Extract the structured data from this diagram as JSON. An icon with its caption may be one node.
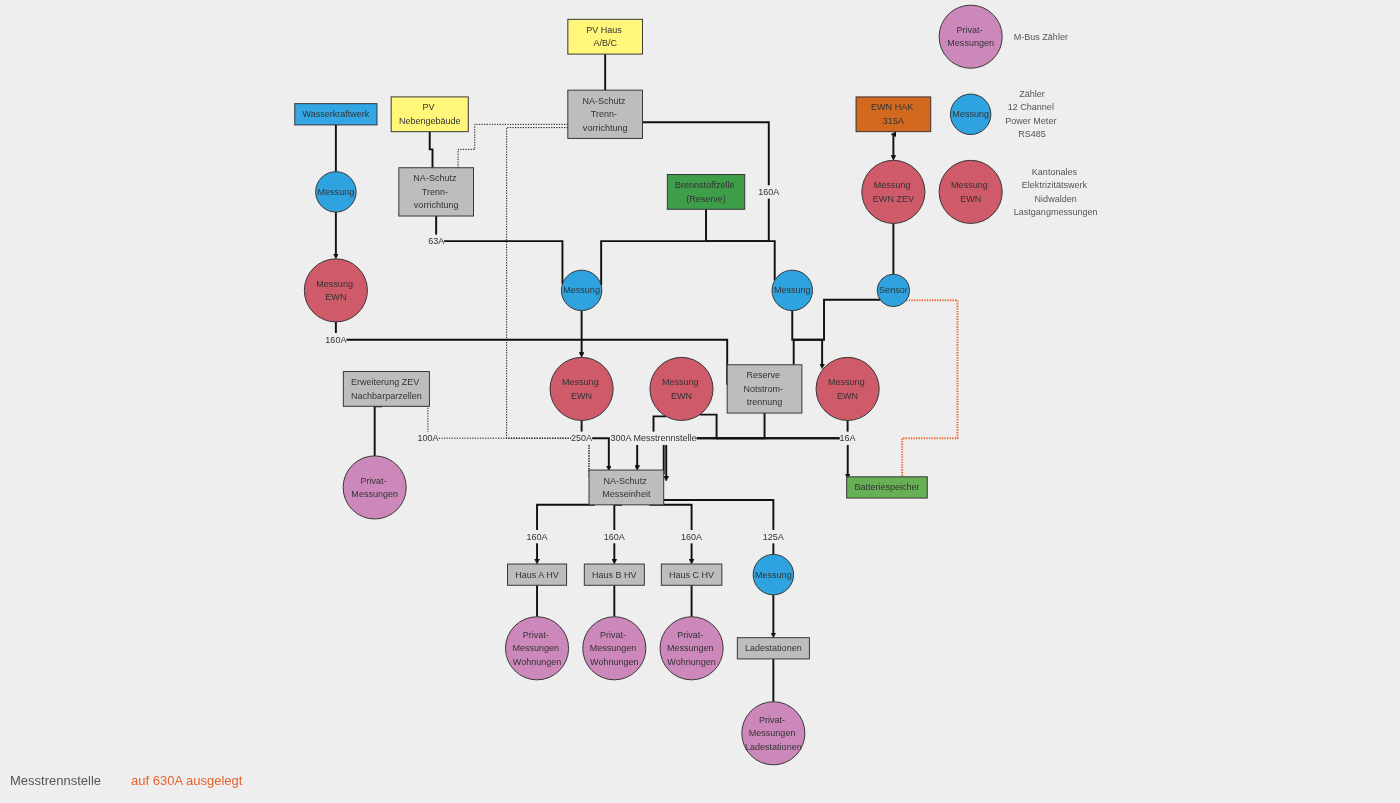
{
  "diagram": {
    "nodes": [
      {
        "text": [
          "Wasserkraftwerk"
        ]
      },
      {
        "text": [
          "PV Haus A/B/C"
        ]
      },
      {
        "text": [
          "PV Nebengebäude"
        ]
      },
      {
        "text": [
          "NA-Schutz Trenn- vorrichtung"
        ]
      },
      {
        "text": [
          "NA-Schutz Trenn- vorrichtung"
        ]
      },
      {
        "text": [
          "Messung"
        ]
      },
      {
        "text": [
          "Messung"
        ]
      },
      {
        "text": [
          "Erweiterung ZEV Nachbarparzellen"
        ]
      },
      {
        "text": [
          "Privat- Messungen"
        ]
      },
      {
        "text": [
          "Messung EWN"
        ]
      },
      {
        "text": [
          "Messung EWN"
        ]
      },
      {
        "text": [
          "EWN HAK 315A"
        ]
      },
      {
        "text": [
          "Messung EWN ZEV"
        ]
      },
      {
        "text": [
          "Sensor"
        ]
      },
      {
        "text": [
          "Reserve Notstrom- trennung"
        ]
      },
      {
        "text": [
          "NA-Schutz Messeinheit"
        ]
      },
      {
        "text": [
          "Messung EWN"
        ]
      },
      {
        "text": [
          "Messung EWN"
        ]
      },
      {
        "text": [
          "Messung"
        ]
      },
      {
        "text": [
          "Messung"
        ]
      },
      {
        "text": [
          "Batteriespeicher"
        ]
      },
      {
        "text": [
          "Brennstoffzelle (Reserve)"
        ]
      },
      {
        "text": [
          "Haus A HV"
        ]
      },
      {
        "text": [
          "Haus B HV"
        ]
      },
      {
        "text": [
          "Haus C HV"
        ]
      },
      {
        "text": [
          "Ladestationen"
        ]
      },
      {
        "text": [
          "Privat- Messungen Wohnungen"
        ]
      },
      {
        "text": [
          "Privat- Messungen Wohnungen"
        ]
      },
      {
        "text": [
          "Privat- Messungen Wohnungen"
        ]
      },
      {
        "text": [
          "Privat- Messungen Ladestationen"
        ]
      },
      {
        "text": [
          "Privat- Messungen"
        ],
        "beside": [
          "M-Bus Zähler"
        ]
      },
      {
        "text": [
          "Messung"
        ],
        "beside": [
          "Zähler",
          "12 Channel Power Meter RS485"
        ]
      },
      {
        "text": [
          "Messung EWN"
        ],
        "beside": [
          "Kantonales Elektrizitätswerk Nidwalden",
          "Lastgangmessungen"
        ]
      }
    ],
    "edges": [
      {
        "from": 0,
        "to": 5,
        "arrow": "none"
      },
      {
        "from": 5,
        "to": 9,
        "arrow": "to"
      },
      {
        "from": 1,
        "to": 3,
        "arrow": "none"
      },
      {
        "from": 2,
        "to": 4,
        "arrow": "none"
      },
      {
        "from": 3,
        "to": 4,
        "arrow": "none",
        "style": "dashed"
      },
      {
        "from": 3,
        "to": 15,
        "arrow": "none",
        "style": "dashed"
      },
      {
        "from": 3,
        "to": 6,
        "label": "160A",
        "arrow": "none"
      },
      {
        "from": 4,
        "to": 6,
        "label": "63A",
        "arrow": "none"
      },
      {
        "from": 6,
        "to": 10,
        "arrow": "to"
      },
      {
        "from": 7,
        "to": 8,
        "arrow": "none"
      },
      {
        "from": 11,
        "to": 12,
        "arrow": "both"
      },
      {
        "from": 12,
        "to": 13,
        "arrow": "none"
      },
      {
        "from": 13,
        "to": 14,
        "arrow": "none"
      },
      {
        "from": 9,
        "to": 14,
        "label": "160A",
        "arrow": "none"
      },
      {
        "from": 13,
        "to": 20,
        "arrow": "none",
        "style": "dashed",
        "color": "#e8622c"
      },
      {
        "from": 14,
        "to": 15,
        "arrow": "none"
      },
      {
        "from": 10,
        "to": 15,
        "label": "250A",
        "arrow": "to"
      },
      {
        "from": 7,
        "to": 15,
        "label": "100A",
        "arrow": "none",
        "style": "dashed"
      },
      {
        "from": 16,
        "to": 15,
        "label": "300A Messtrennstelle",
        "arrow": "to"
      },
      {
        "from": 17,
        "to": 15,
        "label": "16A",
        "arrow": "to"
      },
      {
        "from": 15,
        "to": 22,
        "label": "160A",
        "arrow": "to"
      },
      {
        "from": 15,
        "to": 23,
        "label": "160A",
        "arrow": "to"
      },
      {
        "from": 15,
        "to": 24,
        "label": "160A",
        "arrow": "to"
      },
      {
        "from": 15,
        "to": 18,
        "label": "125A",
        "arrow": "none"
      },
      {
        "from": 18,
        "to": 25,
        "arrow": "to"
      },
      {
        "from": 16,
        "to": 20,
        "arrow": "to"
      },
      {
        "from": 21,
        "to": 19,
        "arrow": "none"
      },
      {
        "from": 19,
        "to": 17,
        "arrow": "to"
      },
      {
        "from": 22,
        "to": 26,
        "arrow": "none"
      },
      {
        "from": 23,
        "to": 27,
        "arrow": "none"
      },
      {
        "from": 24,
        "to": 28,
        "arrow": "none"
      },
      {
        "from": 25,
        "to": 29,
        "arrow": "none"
      }
    ],
    "labels": [
      "Messtrennstelle",
      "auf 630A ausgelegt"
    ]
  }
}
